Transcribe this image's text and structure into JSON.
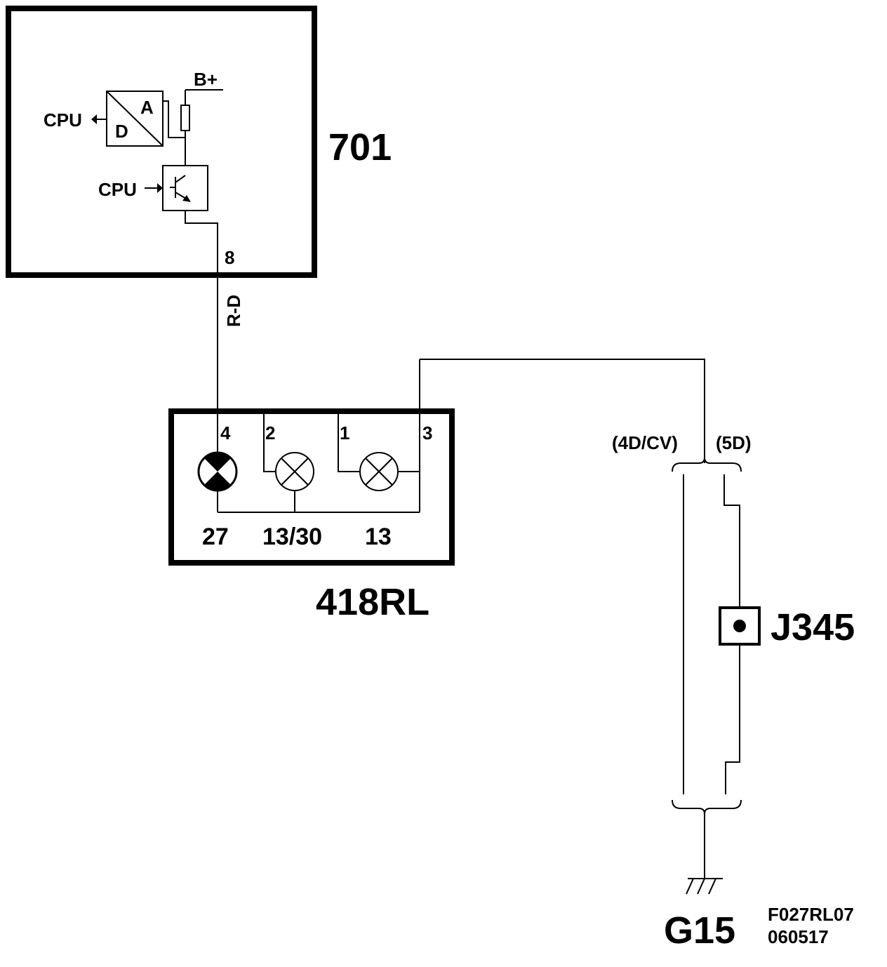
{
  "components": {
    "ecu": {
      "id": "701",
      "cpu_out_label": "CPU",
      "cpu_in_label": "CPU",
      "supply_label": "B+",
      "adc_a_label": "A",
      "adc_d_label": "D",
      "pin": "8"
    },
    "wire": {
      "color_code": "R-D"
    },
    "lamp_unit": {
      "id": "418RL",
      "pins": {
        "p4": "4",
        "p2": "2",
        "p1": "1",
        "p3": "3"
      },
      "bottom_labels": {
        "l27": "27",
        "l1330": "13/30",
        "l13": "13"
      }
    },
    "variants": {
      "left": "(4D/CV)",
      "right": "(5D)"
    },
    "splice": {
      "id": "J345"
    },
    "ground": {
      "id": "G15"
    }
  },
  "drawing_ref": {
    "code": "F027RL07",
    "date": "060517"
  },
  "colors": {
    "line": "#000000",
    "background": "#ffffff"
  }
}
